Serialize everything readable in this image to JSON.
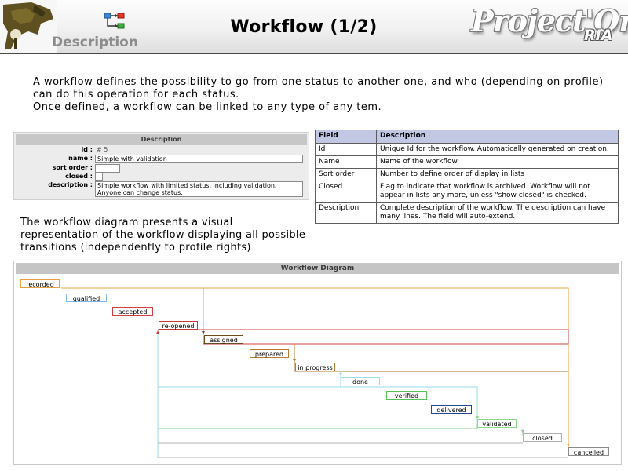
{
  "header": {
    "section": "Description",
    "title": "Workflow (1/2)",
    "brand": "Project'Or",
    "brand_sub": "RIA",
    "icons": [
      "logo-icon",
      "workflow-icon"
    ]
  },
  "intro": {
    "line1": "A workflow defines the possibility to go from one status to another one, and who (depending on profile) can do this operation for each status.",
    "line2": "Once defined, a workflow can be linked to any type of any tem."
  },
  "form": {
    "title": "Description",
    "id_label": "id :",
    "id_value": "# 5",
    "name_label": "name :",
    "name_value": "Simple with validation",
    "sort_label": "sort order :",
    "sort_value": "",
    "closed_label": "closed :",
    "desc_label": "description :",
    "desc_line1": "Simple workflow with limited status, including validation.",
    "desc_line2": "Anyone can change status."
  },
  "table": {
    "headers": [
      "Field",
      "Description"
    ],
    "rows": [
      [
        "Id",
        "Unique Id for the workflow. Automatically generated on creation."
      ],
      [
        "Name",
        "Name of the workflow."
      ],
      [
        "Sort order",
        "Number to define order of display in lists"
      ],
      [
        "Closed",
        "Flag to indicate that workflow is archived. Workflow will not appear in lists any more, unless \"show closed\" is checked."
      ],
      [
        "Description",
        "Complete description of the workflow. The description can have many lines. The field will auto-extend."
      ]
    ]
  },
  "diagram_text": "The workflow diagram presents a visual representation of the workflow displaying all possible transitions (independently to profile rights)",
  "diagram": {
    "title": "Workflow Diagram",
    "nodes": [
      {
        "label": "recorded",
        "color": "#e6a040"
      },
      {
        "label": "qualified",
        "color": "#7fb7e8"
      },
      {
        "label": "accepted",
        "color": "#d04040"
      },
      {
        "label": "re-opened",
        "color": "#c83838"
      },
      {
        "label": "assigned",
        "color": "#6a4a20"
      },
      {
        "label": "prepared",
        "color": "#b8782c"
      },
      {
        "label": "in progress",
        "color": "#b8782c"
      },
      {
        "label": "done",
        "color": "#9adbe8"
      },
      {
        "label": "verified",
        "color": "#55c055"
      },
      {
        "label": "delivered",
        "color": "#284a8c"
      },
      {
        "label": "validated",
        "color": "#88d888"
      },
      {
        "label": "closed",
        "color": "#b0b0b0"
      },
      {
        "label": "cancelled",
        "color": "#8a8a8a"
      }
    ]
  }
}
